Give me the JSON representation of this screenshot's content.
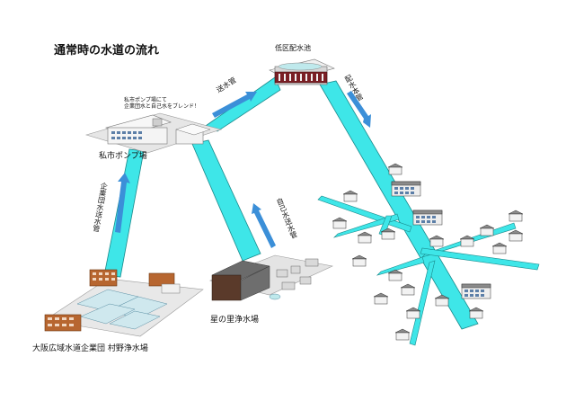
{
  "title": "通常時の水道の流れ",
  "labels": {
    "reservoir": "低区配水池",
    "pump": "私市ポンプ場",
    "murano": "大阪広域水道企業団 村野浄水場",
    "hoshi": "星の里浄水場",
    "pump_note_1": "私市ポンプ場にて",
    "pump_note_2": "企業団水と自己水をブレンド！",
    "pipe_transmit": "送水管",
    "pipe_main": "配水本管",
    "pipe_corp": "企業団水送水管",
    "pipe_self": "自己水送水管"
  },
  "colors": {
    "pipe": "#3ee6e8",
    "pipe_stroke": "#1a8a8c",
    "arrow": "#3b8fd8",
    "ground": "#d9d9d9"
  }
}
